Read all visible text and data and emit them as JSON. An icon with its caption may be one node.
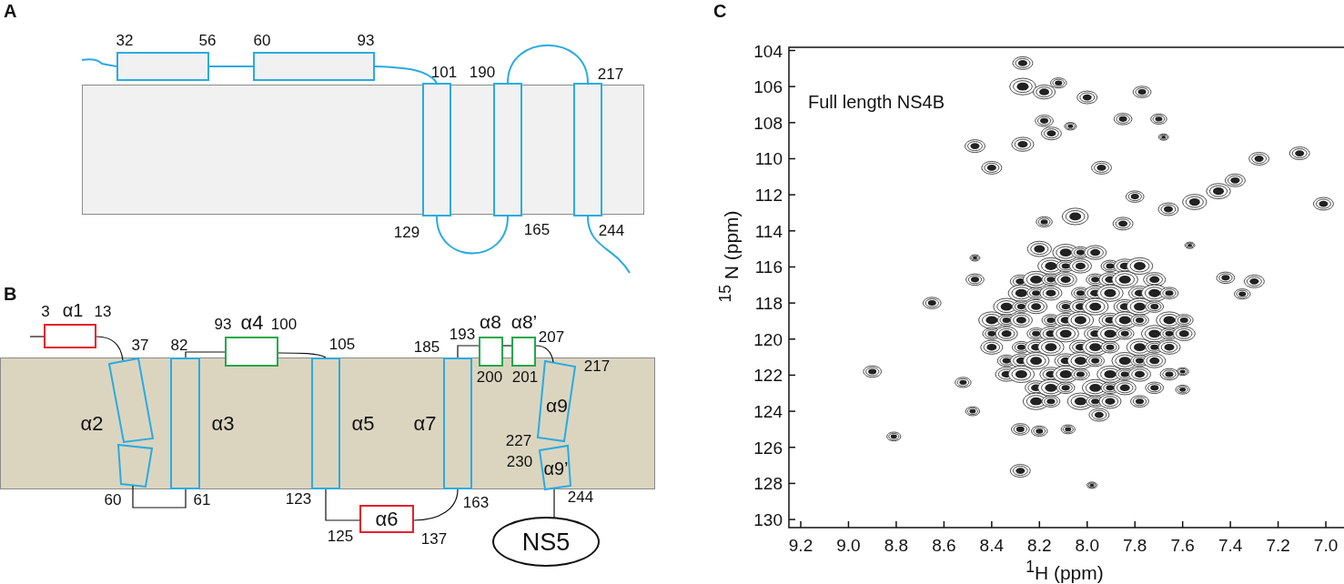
{
  "diagram": {
    "nodes": [
      {
        "text": [],
        "shape": "box"
      },
      {
        "text": [],
        "shape": "box",
        "beside": [
          "32",
          "56"
        ]
      },
      {
        "text": [],
        "shape": "box",
        "beside": [
          "60",
          "93"
        ]
      },
      {
        "text": [],
        "shape": "box",
        "beside": [
          "101",
          "129"
        ],
        "in": 0
      },
      {
        "text": [],
        "shape": "box",
        "beside": [
          "190",
          "165"
        ],
        "in": 0
      },
      {
        "text": [],
        "shape": "box",
        "beside": [
          "217",
          "244"
        ],
        "in": 0
      },
      {
        "text": [],
        "shape": "box"
      },
      {
        "text": [
          "α1"
        ],
        "beside": [
          "3",
          "13"
        ]
      },
      {
        "text": [
          "α2"
        ],
        "beside": [
          "37"
        ],
        "in": 6
      },
      {
        "text": [],
        "shape": "box",
        "beside": [
          "60"
        ],
        "in": 6
      },
      {
        "text": [
          "α3"
        ],
        "beside": [
          "82",
          "61"
        ],
        "in": 6
      },
      {
        "text": [
          "α4"
        ],
        "beside": [
          "93",
          "100"
        ]
      },
      {
        "text": [
          "α5"
        ],
        "beside": [
          "105",
          "123"
        ],
        "in": 6
      },
      {
        "text": [
          "α6"
        ],
        "beside": [
          "125",
          "137"
        ]
      },
      {
        "text": [
          "α7"
        ],
        "beside": [
          "185",
          "163"
        ],
        "in": 6
      },
      {
        "text": [
          "α8"
        ],
        "beside": [
          "193",
          "200"
        ]
      },
      {
        "text": [
          "α8’"
        ],
        "beside": [
          "201",
          "207"
        ]
      },
      {
        "text": [
          "α9"
        ],
        "beside": [
          "217",
          "227"
        ],
        "in": 6
      },
      {
        "text": [
          "α9’"
        ],
        "beside": [
          "230",
          "244"
        ],
        "in": 6
      },
      {
        "text": [
          "NS5"
        ]
      }
    ],
    "edges": [
      {
        "from": null,
        "to": 1,
        "arrow": "none",
        "color": "#29abe2"
      },
      {
        "from": 1,
        "to": 2,
        "arrow": "none",
        "color": "#29abe2"
      },
      {
        "from": 2,
        "to": 3,
        "arrow": "none",
        "color": "#29abe2"
      },
      {
        "from": 3,
        "to": 4,
        "arrow": "none",
        "color": "#29abe2"
      },
      {
        "from": 4,
        "to": 5,
        "arrow": "none",
        "color": "#29abe2"
      },
      {
        "from": 5,
        "to": null,
        "arrow": "none",
        "color": "#29abe2"
      },
      {
        "from": null,
        "to": 7,
        "arrow": "none"
      },
      {
        "from": 7,
        "to": 8,
        "arrow": "none"
      },
      {
        "from": 9,
        "to": 10,
        "arrow": "none"
      },
      {
        "from": 10,
        "to": 11,
        "arrow": "none"
      },
      {
        "from": 11,
        "to": 12,
        "arrow": "none"
      },
      {
        "from": 12,
        "to": 13,
        "arrow": "none"
      },
      {
        "from": 13,
        "to": 14,
        "arrow": "none"
      },
      {
        "from": 14,
        "to": 15,
        "arrow": "none"
      },
      {
        "from": 15,
        "to": 16,
        "arrow": "none"
      },
      {
        "from": 16,
        "to": 17,
        "arrow": "none"
      },
      {
        "from": 18,
        "to": 19,
        "arrow": "none"
      }
    ],
    "labels": [
      "A",
      "B",
      "C",
      "Full length NS4B",
      "104",
      "106",
      "108",
      "110",
      "112",
      "114",
      "116",
      "118",
      "120",
      "122",
      "124",
      "126",
      "128",
      "130",
      "$^{15}$ N (ppm)",
      "9.2",
      "9.0",
      "8.8",
      "8.6",
      "8.4",
      "8.2",
      "8.0",
      "7.8",
      "7.6",
      "7.4",
      "7.2",
      "7.0",
      "$^{1}$H (ppm)"
    ]
  }
}
